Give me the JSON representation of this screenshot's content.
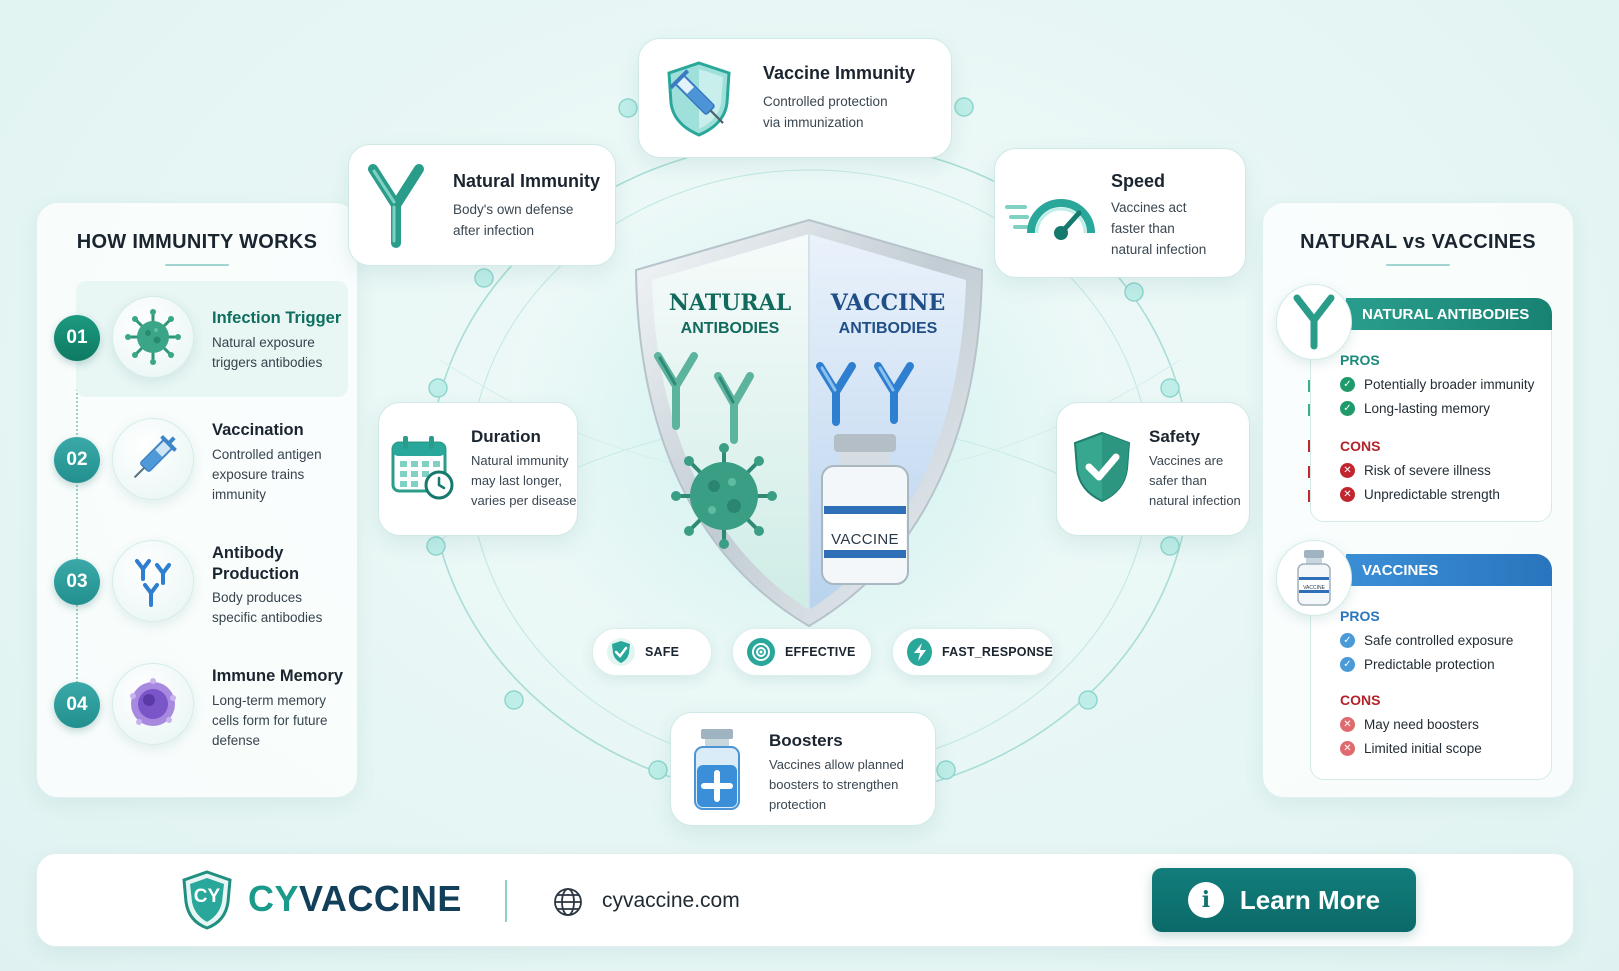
{
  "left_panel": {
    "title": "HOW IMMUNITY WORKS",
    "steps": [
      {
        "num": "01",
        "title": "Infection Trigger",
        "sub_lines": [
          "Natural exposure",
          "triggers antibodies"
        ]
      },
      {
        "num": "02",
        "title": "Vaccination",
        "sub_lines": [
          "Controlled antigen",
          "exposure trains",
          "immunity"
        ]
      },
      {
        "num": "03",
        "title_lines": [
          "Antibody",
          "Production"
        ],
        "sub_lines": [
          "Body produces",
          "specific antibodies"
        ]
      },
      {
        "num": "04",
        "title": "Immune Memory",
        "sub_lines": [
          "Long-term memory",
          "cells form for future",
          "defense"
        ]
      }
    ]
  },
  "cards": {
    "vaccine_immunity": {
      "title": "Vaccine Immunity",
      "sub_lines": [
        "Controlled protection",
        "via immunization"
      ]
    },
    "natural_immunity": {
      "title": "Natural Immunity",
      "sub_lines": [
        "Body's own defense",
        "after infection"
      ]
    },
    "speed": {
      "title": "Speed",
      "sub_lines": [
        "Vaccines act",
        "faster than",
        "natural infection"
      ]
    },
    "duration": {
      "title": "Duration",
      "sub_lines": [
        "Natural immunity",
        "may last longer,",
        "varies per disease"
      ]
    },
    "safety": {
      "title": "Safety",
      "sub_lines": [
        "Vaccines are",
        "safer than",
        "natural infection"
      ]
    },
    "boosters": {
      "title": "Boosters",
      "sub_lines": [
        "Vaccines allow planned",
        "boosters to strengthen",
        "protection"
      ]
    }
  },
  "shield": {
    "left_title": "NATURAL",
    "left_sub": "ANTIBODIES",
    "right_title": "VACCINE",
    "right_sub": "ANTIBODIES",
    "vial_label": "VACCINE"
  },
  "badges": [
    {
      "label": "SAFE"
    },
    {
      "label": "EFFECTIVE"
    },
    {
      "label": "FAST_RESPONSE"
    }
  ],
  "right_panel": {
    "title": "NATURAL vs VACCINES",
    "natural": {
      "header": "NATURAL ANTIBODIES",
      "pros_label": "PROS",
      "pros": [
        "Potentially broader immunity",
        "Long-lasting memory"
      ],
      "cons_label": "CONS",
      "cons": [
        "Risk of severe illness",
        "Unpredictable strength"
      ]
    },
    "vaccines": {
      "header": "VACCINES",
      "vial_label": "VACCINE",
      "pros_label": "PROS",
      "pros": [
        "Safe controlled exposure",
        "Predictable protection"
      ],
      "cons_label": "CONS",
      "cons": [
        "May need boosters",
        "Limited initial scope"
      ]
    }
  },
  "footer": {
    "logo_mark": "CY",
    "brand_cy": "CY",
    "brand_rest": "VACCINE",
    "website": "cyvaccine.com",
    "button_label": "Learn More"
  },
  "colors": {
    "teal_dark": "#0f7a6f",
    "teal": "#2aa79b",
    "blue": "#2f7fd0",
    "red": "#c0262d",
    "green_check": "#1f9a6a"
  }
}
